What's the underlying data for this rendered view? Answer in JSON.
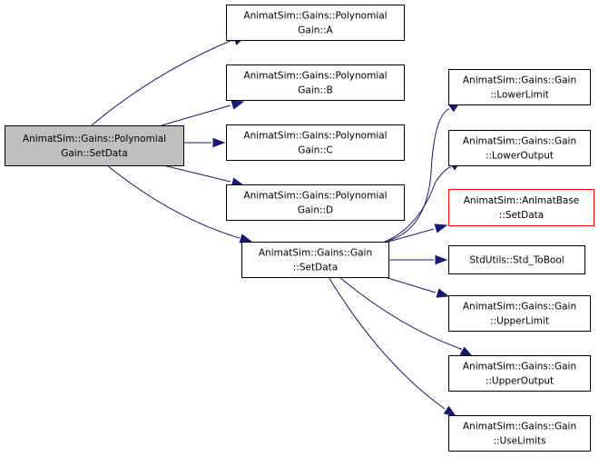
{
  "colors": {
    "edge": "#191970",
    "node_border": "#000000",
    "node_fill": "#ffffff",
    "root_fill": "#bfbfbf",
    "warn_border": "#ff0000"
  },
  "nodes": [
    {
      "id": "setdata_poly",
      "lines": [
        "AnimatSim::Gains::Polynomial",
        "Gain::SetData"
      ],
      "style": "root"
    },
    {
      "id": "poly_a",
      "lines": [
        "AnimatSim::Gains::Polynomial",
        "Gain::A"
      ],
      "style": "normal"
    },
    {
      "id": "poly_b",
      "lines": [
        "AnimatSim::Gains::Polynomial",
        "Gain::B"
      ],
      "style": "normal"
    },
    {
      "id": "poly_c",
      "lines": [
        "AnimatSim::Gains::Polynomial",
        "Gain::C"
      ],
      "style": "normal"
    },
    {
      "id": "poly_d",
      "lines": [
        "AnimatSim::Gains::Polynomial",
        "Gain::D"
      ],
      "style": "normal"
    },
    {
      "id": "gain_setdata",
      "lines": [
        "AnimatSim::Gains::Gain",
        "::SetData"
      ],
      "style": "normal"
    },
    {
      "id": "lower_limit",
      "lines": [
        "AnimatSim::Gains::Gain",
        "::LowerLimit"
      ],
      "style": "normal"
    },
    {
      "id": "lower_output",
      "lines": [
        "AnimatSim::Gains::Gain",
        "::LowerOutput"
      ],
      "style": "normal"
    },
    {
      "id": "animatbase_setdata",
      "lines": [
        "AnimatSim::AnimatBase",
        "::SetData"
      ],
      "style": "warn"
    },
    {
      "id": "std_tobool",
      "lines": [
        "StdUtils::Std_ToBool"
      ],
      "style": "normal"
    },
    {
      "id": "upper_limit",
      "lines": [
        "AnimatSim::Gains::Gain",
        "::UpperLimit"
      ],
      "style": "normal"
    },
    {
      "id": "upper_output",
      "lines": [
        "AnimatSim::Gains::Gain",
        "::UpperOutput"
      ],
      "style": "normal"
    },
    {
      "id": "use_limits",
      "lines": [
        "AnimatSim::Gains::Gain",
        "::UseLimits"
      ],
      "style": "normal"
    }
  ],
  "edges": [
    [
      "setdata_poly",
      "poly_a"
    ],
    [
      "setdata_poly",
      "poly_b"
    ],
    [
      "setdata_poly",
      "poly_c"
    ],
    [
      "setdata_poly",
      "poly_d"
    ],
    [
      "setdata_poly",
      "gain_setdata"
    ],
    [
      "gain_setdata",
      "lower_limit"
    ],
    [
      "gain_setdata",
      "lower_output"
    ],
    [
      "gain_setdata",
      "animatbase_setdata"
    ],
    [
      "gain_setdata",
      "std_tobool"
    ],
    [
      "gain_setdata",
      "upper_limit"
    ],
    [
      "gain_setdata",
      "upper_output"
    ],
    [
      "gain_setdata",
      "use_limits"
    ]
  ]
}
